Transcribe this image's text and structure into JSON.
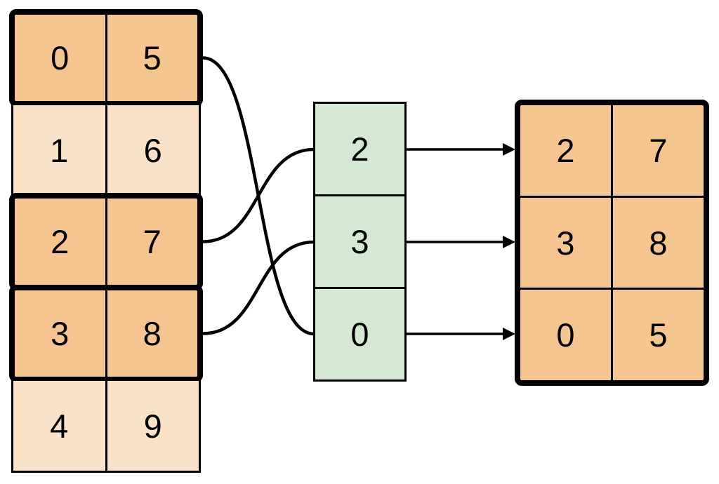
{
  "diagram": {
    "description": "row indexing diagram: highlighted rows of a source table are selected by an index column and copied into a result table",
    "source_table": {
      "rows": [
        {
          "left": "0",
          "right": "5",
          "highlighted": true
        },
        {
          "left": "1",
          "right": "6",
          "highlighted": false
        },
        {
          "left": "2",
          "right": "7",
          "highlighted": true
        },
        {
          "left": "3",
          "right": "8",
          "highlighted": true
        },
        {
          "left": "4",
          "right": "9",
          "highlighted": false
        }
      ]
    },
    "index_column": {
      "cells": [
        "2",
        "3",
        "0"
      ]
    },
    "result_table": {
      "rows": [
        {
          "left": "2",
          "right": "7"
        },
        {
          "left": "3",
          "right": "8"
        },
        {
          "left": "0",
          "right": "5"
        }
      ]
    },
    "connections": {
      "curves": [
        {
          "from_source_row": 0,
          "to_index_cell_position": 2
        },
        {
          "from_source_row": 2,
          "to_index_cell_position": 0
        },
        {
          "from_source_row": 3,
          "to_index_cell_position": 1
        }
      ],
      "arrows": [
        {
          "from_index_cell_position": 0,
          "to_result_row": 0
        },
        {
          "from_index_cell_position": 1,
          "to_result_row": 1
        },
        {
          "from_index_cell_position": 2,
          "to_result_row": 2
        }
      ]
    },
    "colors": {
      "highlight_fill": "#F5C590",
      "muted_fill": "#FAE2C9",
      "index_fill": "#D5E8D4",
      "stroke": "#000000",
      "background": "#FFFFFF"
    }
  }
}
